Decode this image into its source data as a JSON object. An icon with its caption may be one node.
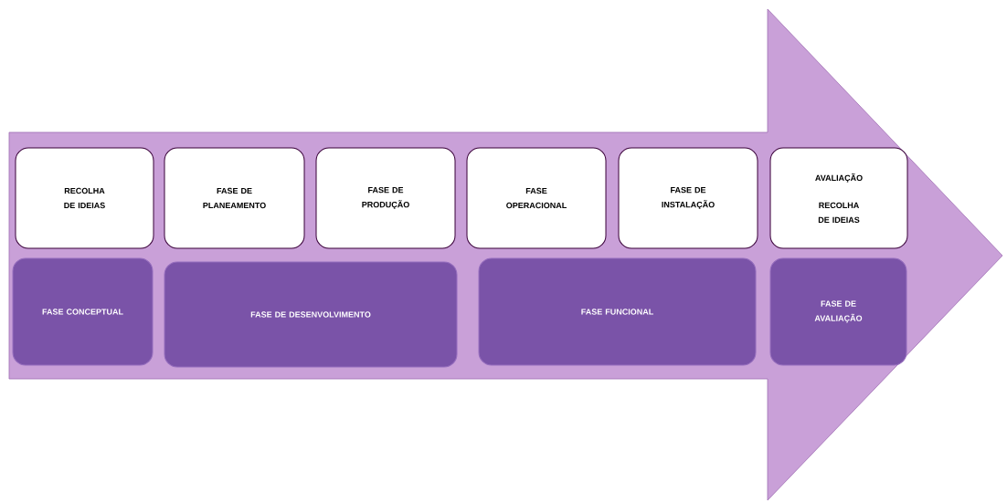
{
  "diagram": {
    "nodes": [
      {
        "text": [],
        "shape": "arrow"
      },
      {
        "text": [
          "RECOLHA DE IDEIAS"
        ],
        "in": 0
      },
      {
        "text": [
          "FASE DE PLANEAMENTO"
        ],
        "in": 0
      },
      {
        "text": [
          "FASE DE PRODUÇÃO"
        ],
        "in": 0
      },
      {
        "text": [
          "FASE OPERACIONAL"
        ],
        "in": 0
      },
      {
        "text": [
          "FASE DE INSTALAÇÃO"
        ],
        "in": 0
      },
      {
        "text": [
          "AVALIAÇÃO",
          "RECOLHA DE IDEIAS"
        ],
        "in": 0
      },
      {
        "text": [
          "FASE CONCEPTUAL"
        ],
        "in": 0
      },
      {
        "text": [
          "FASE DE DESENVOLVIMENTO"
        ],
        "in": 0
      },
      {
        "text": [
          "FASE FUNCIONAL"
        ],
        "in": 0
      },
      {
        "text": [
          "FASE DE AVALIAÇÃO"
        ],
        "in": 0
      }
    ]
  }
}
